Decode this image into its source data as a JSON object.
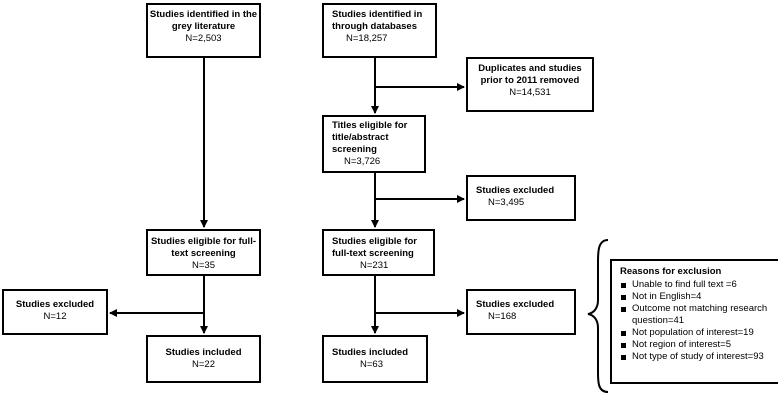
{
  "grey": {
    "identified": {
      "title": "Studies identified in the grey literature",
      "count": "N=2,503"
    },
    "eligible": {
      "title": "Studies eligible for full-text screening",
      "count": "N=35"
    },
    "excluded": {
      "title": "Studies excluded",
      "count": "N=12"
    },
    "included": {
      "title": "Studies included",
      "count": "N=22"
    }
  },
  "db": {
    "identified": {
      "title": "Studies identified in through databases",
      "count": "N=18,257"
    },
    "duplicates": {
      "title": "Duplicates and studies prior to 2011 removed",
      "count": "N=14,531"
    },
    "titles": {
      "title": "Titles eligible for title/abstract screening",
      "count": "N=3,726"
    },
    "excluded_abstract": {
      "title": "Studies excluded",
      "count": "N=3,495"
    },
    "eligible": {
      "title": "Studies eligible for full-text screening",
      "count": "N=231"
    },
    "excluded_fulltext": {
      "title": "Studies excluded",
      "count": "N=168"
    },
    "included": {
      "title": "Studies included",
      "count": "N=63"
    }
  },
  "reasons": {
    "title": "Reasons for exclusion",
    "items": [
      "Unable to find full text =6",
      "Not in English=4",
      "Outcome not matching research question=41",
      "Not population of interest=19",
      "Not region of interest=5",
      "Not type of study of interest=93"
    ]
  }
}
